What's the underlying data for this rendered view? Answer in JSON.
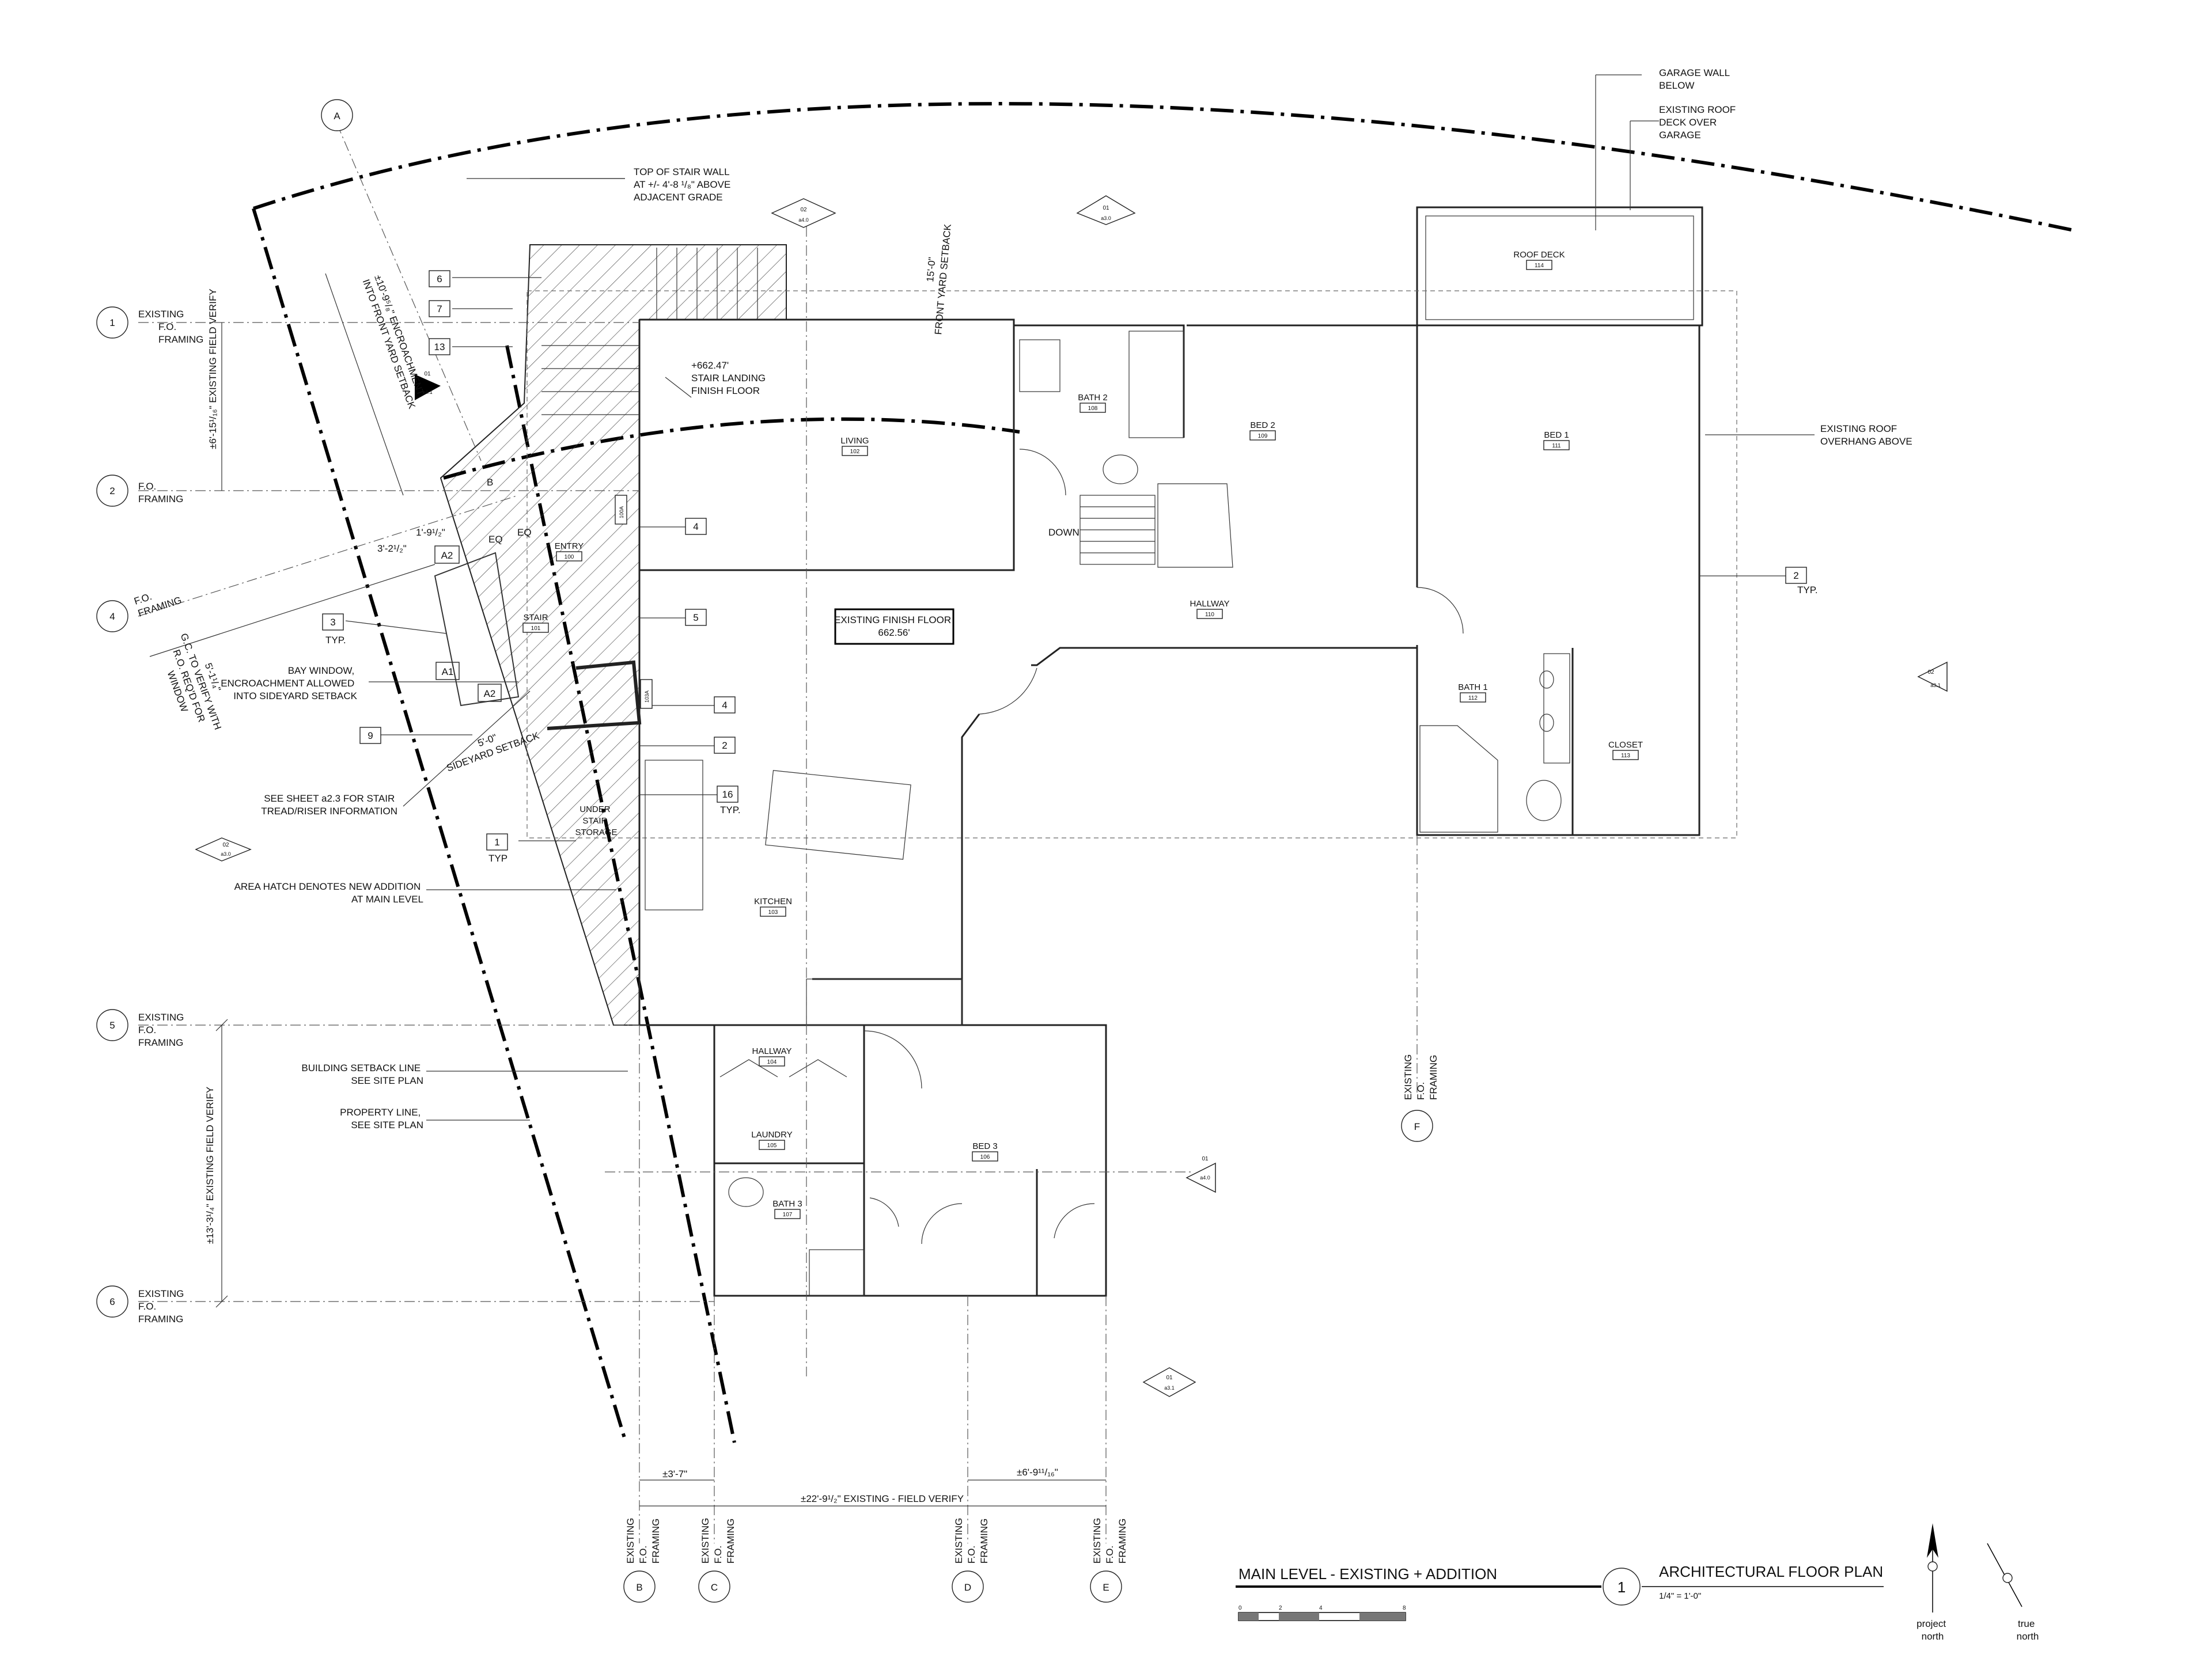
{
  "notes": {
    "top_stair_wall": [
      "TOP OF STAIR WALL",
      "AT +/- 4'-8 ¹/₈\" ABOVE",
      "ADJACENT GRADE"
    ],
    "garage_wall": [
      "GARAGE WALL",
      "BELOW"
    ],
    "existing_roof_deck": [
      "EXISTING ROOF",
      "DECK OVER",
      "GARAGE"
    ],
    "stair_landing": [
      "+662.47'",
      "STAIR LANDING",
      "FINISH FLOOR"
    ],
    "front_yard_setback": [
      "15'-0\"",
      "FRONT YARD SETBACK"
    ],
    "encroachment": [
      "±10'-9⁵/₈\" ENCROACHMENT",
      "INTO FRONT YARD SETBACK"
    ],
    "existing_field_verify_left": "±6'-15¹/₁₆\" EXISTING FIELD VERIFY",
    "roof_overhang": [
      "EXISTING ROOF",
      "OVERHANG ABOVE"
    ],
    "existing_finish_floor": [
      "EXISTING FINISH FLOOR",
      "662.56'"
    ],
    "bay_window": [
      "BAY WINDOW,",
      "ENCROACHMENT ALLOWED",
      "INTO SIDEYARD SETBACK"
    ],
    "gc_verify": [
      "5'-1¹/₄\"",
      "G.C. TO VERIFY WITH",
      "R.O. REQ'D FOR",
      "WINDOW"
    ],
    "sideyard": [
      "5'-0\"",
      "SIDEYARD SETBACK"
    ],
    "see_sheet": [
      "SEE SHEET a2.3 FOR STAIR",
      "TREAD/RISER INFORMATION"
    ],
    "area_hatch": [
      "AREA HATCH DENOTES NEW ADDITION",
      "AT MAIN LEVEL"
    ],
    "building_setback": [
      "BUILDING SETBACK LINE",
      "SEE SITE PLAN"
    ],
    "property_line": [
      "PROPERTY LINE,",
      "SEE SITE PLAN"
    ],
    "existing_field_verify_bottom": "±13'-3¹/₄\" EXISTING FIELD VERIFY",
    "dim_a2_1": "3'-2¹/₂\"",
    "dim_a2_2": "1'-9¹/₂\"",
    "eq": "EQ",
    "down": "DOWN",
    "b_label": "B",
    "dim_b_c": "±3'-7\"",
    "dim_d_e": "±6'-9¹¹/₁₆\"",
    "dim_total": "±22'-9¹/₂\" EXISTING - FIELD VERIFY",
    "typ": "TYP.",
    "typ2": "TYP"
  },
  "grid_rows": [
    {
      "id": "1",
      "lines": [
        "EXISTING",
        "F.O.",
        "FRAMING"
      ]
    },
    {
      "id": "2",
      "lines": [
        "F.O.",
        "FRAMING"
      ]
    },
    {
      "id": "4",
      "lines": [
        "F.O.",
        "FRAMING"
      ]
    },
    {
      "id": "5",
      "lines": [
        "EXISTING",
        "F.O.",
        "FRAMING"
      ]
    },
    {
      "id": "6",
      "lines": [
        "EXISTING",
        "F.O.",
        "FRAMING"
      ]
    }
  ],
  "grid_cols": [
    {
      "id": "A"
    },
    {
      "id": "B",
      "lines": [
        "EXISTING",
        "F.O.",
        "FRAMING"
      ]
    },
    {
      "id": "C",
      "lines": [
        "EXISTING",
        "F.O.",
        "FRAMING"
      ]
    },
    {
      "id": "D",
      "lines": [
        "EXISTING",
        "F.O.",
        "FRAMING"
      ]
    },
    {
      "id": "E",
      "lines": [
        "EXISTING",
        "F.O.",
        "FRAMING"
      ]
    },
    {
      "id": "F",
      "lines": [
        "EXISTING",
        "F.O.",
        "FRAMING"
      ]
    }
  ],
  "rooms": [
    {
      "name": "ROOF DECK",
      "num": "114"
    },
    {
      "name": "BATH 2",
      "num": "108"
    },
    {
      "name": "BED 2",
      "num": "109"
    },
    {
      "name": "BED 1",
      "num": "111"
    },
    {
      "name": "LIVING",
      "num": "102"
    },
    {
      "name": "ENTRY",
      "num": "100"
    },
    {
      "name": "STAIR",
      "num": "101"
    },
    {
      "name": "HALLWAY",
      "num": "110"
    },
    {
      "name": "BATH 1",
      "num": "112"
    },
    {
      "name": "CLOSET",
      "num": "113"
    },
    {
      "name": "KITCHEN",
      "num": "103"
    },
    {
      "name": "HALLWAY",
      "num": "104"
    },
    {
      "name": "LAUNDRY",
      "num": "105"
    },
    {
      "name": "BED 3",
      "num": "106"
    },
    {
      "name": "BATH 3",
      "num": "107"
    }
  ],
  "under_stair": [
    "UNDER",
    "STAIR",
    "STORAGE"
  ],
  "doors": [
    "100A",
    "103A"
  ],
  "keynotes": [
    "6",
    "7",
    "13",
    "4",
    "5",
    "4",
    "2",
    "16",
    "3",
    "9",
    "1",
    "2"
  ],
  "section_marks": [
    {
      "top": "02",
      "bottom": "a4.0"
    },
    {
      "top": "01",
      "bottom": "a3.0"
    },
    {
      "top": "01",
      "bottom": "a4.1"
    },
    {
      "top": "02",
      "bottom": "a3.1"
    },
    {
      "top": "02",
      "bottom": "a3.0"
    },
    {
      "top": "01",
      "bottom": "a4.0"
    },
    {
      "top": "01",
      "bottom": "a3.1"
    }
  ],
  "elev_tags": [
    "A2",
    "A1",
    "A2"
  ],
  "title_block": {
    "title": "MAIN LEVEL -  EXISTING + ADDITION",
    "drawing_num": "1",
    "sheet_title": "ARCHITECTURAL FLOOR  PLAN",
    "scale": "1/4\" = 1'-0\"",
    "scale_ticks": [
      "0",
      "2",
      "4",
      "8"
    ],
    "project_north": [
      "project",
      "north"
    ],
    "true_north": [
      "true",
      "north"
    ]
  }
}
